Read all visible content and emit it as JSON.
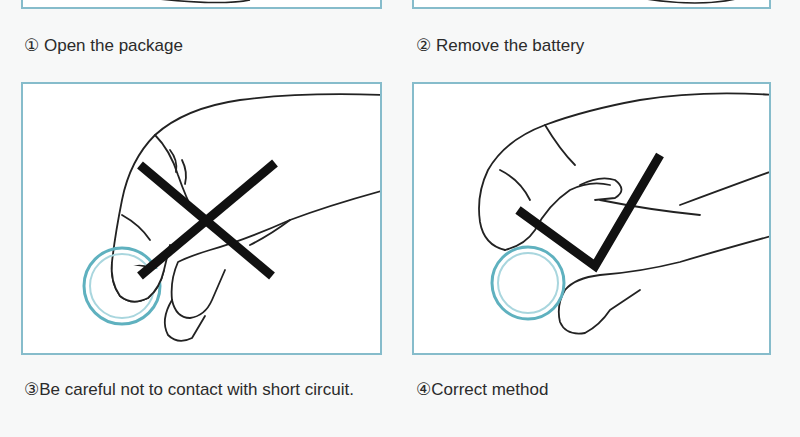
{
  "diagram": {
    "labels": [
      "① Open the package",
      "② Remove the battery",
      "③Be careful not to contact with short circuit.",
      "④Correct method"
    ]
  }
}
